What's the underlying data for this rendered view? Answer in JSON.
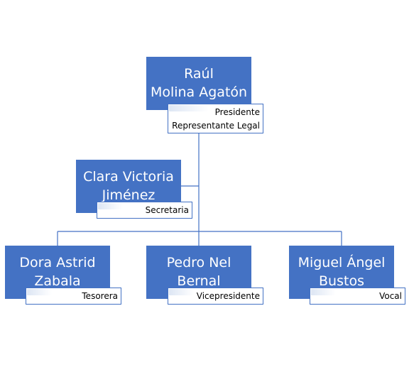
{
  "nodes": [
    {
      "id": "president",
      "name_lines": [
        "Raúl",
        "Molina Agatón"
      ],
      "role_lines": [
        "Presidente",
        "Representante Legal"
      ]
    },
    {
      "id": "secretary",
      "name_lines": [
        "Clara Victoria",
        "Jiménez"
      ],
      "role_lines": [
        "Secretaria"
      ]
    },
    {
      "id": "treasurer",
      "name_lines": [
        "Dora Astrid",
        "Zabala"
      ],
      "role_lines": [
        "Tesorera"
      ]
    },
    {
      "id": "vicepresident",
      "name_lines": [
        "Pedro Nel",
        "Bernal"
      ],
      "role_lines": [
        "Vicepresidente"
      ]
    },
    {
      "id": "vocal",
      "name_lines": [
        "Miguel Ángel",
        "Bustos"
      ],
      "role_lines": [
        "Vocal"
      ]
    }
  ],
  "colors": {
    "box": "#4472c4",
    "connector": "#4472c4",
    "role_border": "#4472c4"
  }
}
